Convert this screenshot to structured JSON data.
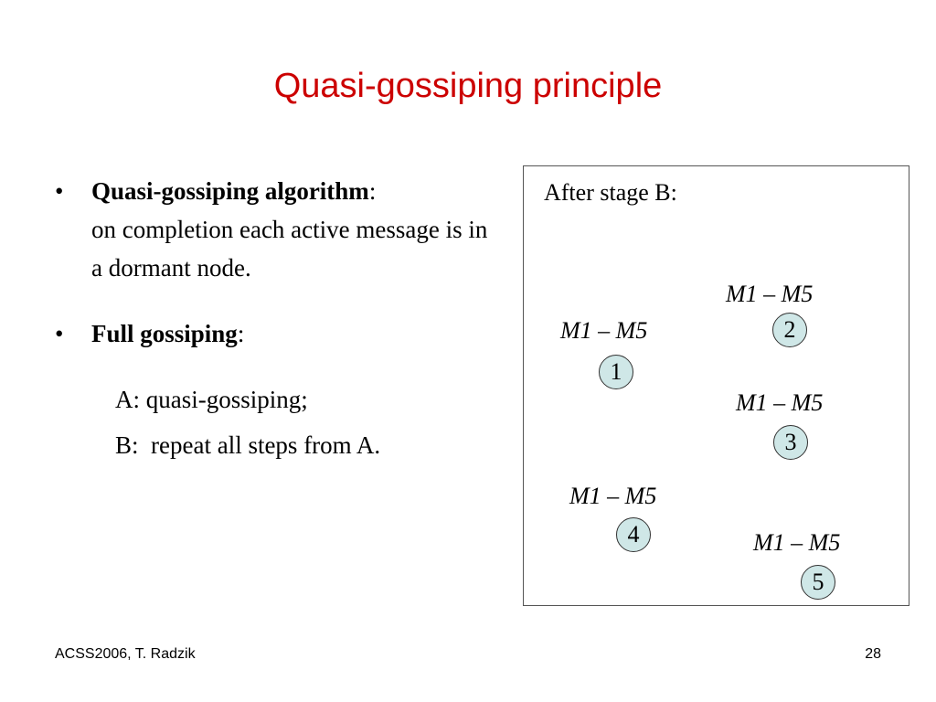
{
  "slide": {
    "title": "Quasi-gossiping principle",
    "bullets": [
      {
        "marker": "•",
        "bold": "Quasi-gossiping algorithm",
        "suffix": ":",
        "text": "on completion each active message is in a dormant node."
      },
      {
        "marker": "•",
        "bold": "Full gossiping",
        "suffix": ":",
        "text": ""
      }
    ],
    "sub_items": [
      "A: quasi-gossiping;",
      "B:  repeat all steps from A."
    ],
    "diagram": {
      "heading": "After stage B:",
      "nodes": [
        {
          "id": "1",
          "label": "M1 – M5"
        },
        {
          "id": "2",
          "label": "M1 – M5"
        },
        {
          "id": "3",
          "label": "M1 – M5"
        },
        {
          "id": "4",
          "label": "M1 – M5"
        },
        {
          "id": "5",
          "label": "M1 – M5"
        }
      ],
      "node_fill": "#cfe7e7"
    },
    "footer": {
      "left": "ACSS2006, T. Radzik",
      "right": "28"
    },
    "title_color": "#cc0000"
  }
}
